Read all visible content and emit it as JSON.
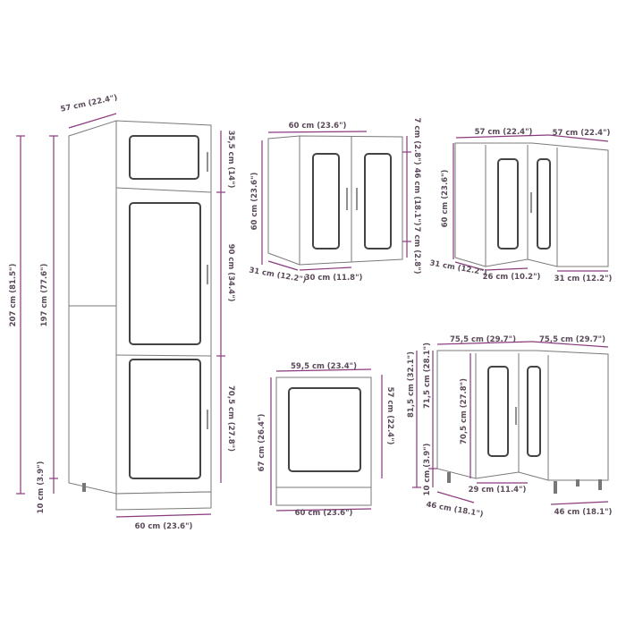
{
  "accent_color": "#8a3a7e",
  "tall_cabinet": {
    "depth": "57 cm (22.4\")",
    "total_height": "207 cm (81.5\")",
    "body_height": "197 cm (77.6\")",
    "leg_height": "10 cm (3.9\")",
    "drawer_height": "35,5 cm (14\")",
    "middle_door_height": "90 cm (34.4\")",
    "lower_door_height": "70,5 cm (27.8\")",
    "width": "60 cm (23.6\")"
  },
  "wall_cabinet": {
    "width": "60 cm (23.6\")",
    "height": "60 cm (23.6\")",
    "top_gap": "7 cm (2.8\")",
    "door_panel": "46 cm (18.1\")",
    "bottom_gap": "7 cm (2.8\")",
    "depth": "31 cm (12.2\")",
    "door_width": "30 cm (11.8\")"
  },
  "corner_wall_cabinet": {
    "width_left": "57 cm (22.4\")",
    "width_right": "57 cm (22.4\")",
    "height": "60 cm (23.6\")",
    "depth_left": "31 cm (12.2\")",
    "door_width": "26 cm (10.2\")",
    "depth_right": "31 cm (12.2\")"
  },
  "dishwasher_panel": {
    "panel_width": "59,5 cm (23.4\")",
    "height": "67 cm (26.4\")",
    "panel_height": "57 cm (22.4\")",
    "width": "60 cm (23.6\")"
  },
  "corner_base_cabinet": {
    "width_left": "75,5 cm (29.7\")",
    "width_right": "75,5 cm (29.7\")",
    "total_height": "81,5 cm (32.1\")",
    "body_height": "71,5 cm (28.1\")",
    "door_height": "70,5 cm (27.8\")",
    "leg_height": "10 cm (3.9\")",
    "door_width": "29 cm (11.4\")",
    "depth_left": "46 cm (18.1\")",
    "depth_right": "46 cm (18.1\")"
  }
}
